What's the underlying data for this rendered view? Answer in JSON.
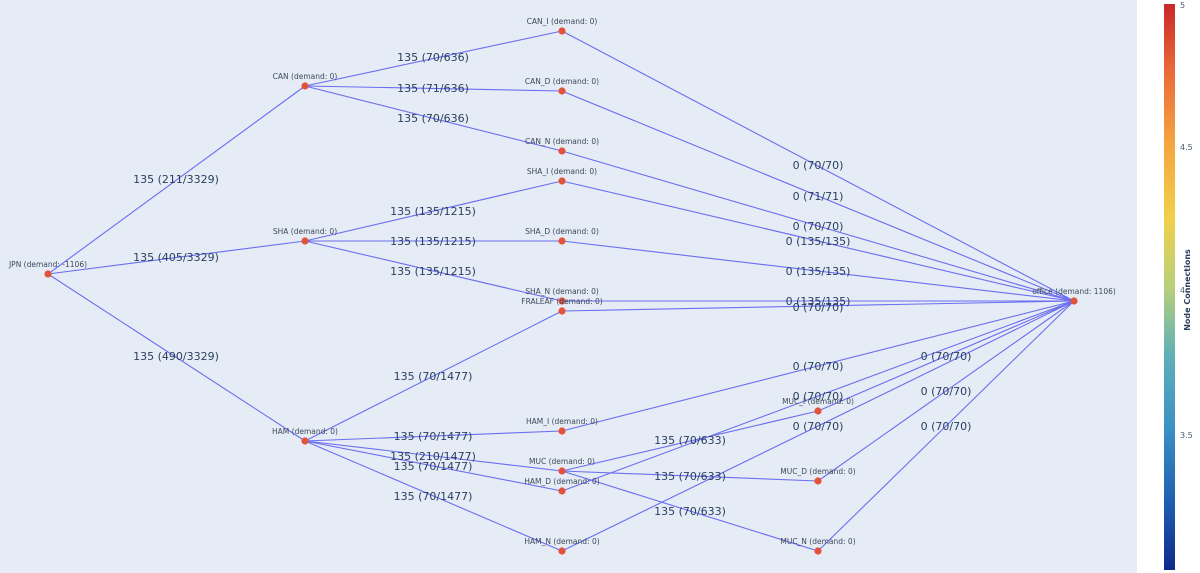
{
  "nodes": [
    {
      "id": "JPN",
      "label": "JPN (demand: -1106)"
    },
    {
      "id": "CAN",
      "label": "CAN (demand: 0)"
    },
    {
      "id": "SHA",
      "label": "SHA (demand: 0)"
    },
    {
      "id": "HAM",
      "label": "HAM (demand: 0)"
    },
    {
      "id": "CAN_I",
      "label": "CAN_I (demand: 0)"
    },
    {
      "id": "CAN_D",
      "label": "CAN_D (demand: 0)"
    },
    {
      "id": "CAN_N",
      "label": "CAN_N (demand: 0)"
    },
    {
      "id": "SHA_I",
      "label": "SHA_I (demand: 0)"
    },
    {
      "id": "SHA_D",
      "label": "SHA_D (demand: 0)"
    },
    {
      "id": "SHA_N",
      "label": "SHA_N (demand: 0)"
    },
    {
      "id": "FRALEAF",
      "label": "FRALEAF (demand: 0)"
    },
    {
      "id": "HAM_I",
      "label": "HAM_I (demand: 0)"
    },
    {
      "id": "MUC",
      "label": "MUC (demand: 0)"
    },
    {
      "id": "HAM_D",
      "label": "HAM_D (demand: 0)"
    },
    {
      "id": "HAM_N",
      "label": "HAM_N (demand: 0)"
    },
    {
      "id": "MUC_I",
      "label": "MUC_I (demand: 0)"
    },
    {
      "id": "MUC_D",
      "label": "MUC_D (demand: 0)"
    },
    {
      "id": "MUC_N",
      "label": "MUC_N (demand: 0)"
    },
    {
      "id": "office",
      "label": "office (demand: 1106)"
    }
  ],
  "edges": [
    {
      "from": "JPN",
      "to": "CAN",
      "label": "135 (211/3329)"
    },
    {
      "from": "JPN",
      "to": "SHA",
      "label": "135 (405/3329)"
    },
    {
      "from": "JPN",
      "to": "HAM",
      "label": "135 (490/3329)"
    },
    {
      "from": "CAN",
      "to": "CAN_I",
      "label": "135 (70/636)"
    },
    {
      "from": "CAN",
      "to": "CAN_D",
      "label": "135 (71/636)"
    },
    {
      "from": "CAN",
      "to": "CAN_N",
      "label": "135 (70/636)"
    },
    {
      "from": "SHA",
      "to": "SHA_I",
      "label": "135 (135/1215)"
    },
    {
      "from": "SHA",
      "to": "SHA_D",
      "label": "135 (135/1215)"
    },
    {
      "from": "SHA",
      "to": "SHA_N",
      "label": "135 (135/1215)"
    },
    {
      "from": "HAM",
      "to": "FRALEAF",
      "label": "135 (70/1477)"
    },
    {
      "from": "HAM",
      "to": "HAM_I",
      "label": "135 (70/1477)"
    },
    {
      "from": "HAM",
      "to": "MUC",
      "label": "135 (210/1477)"
    },
    {
      "from": "HAM",
      "to": "HAM_D",
      "label": "135 (70/1477)"
    },
    {
      "from": "HAM",
      "to": "HAM_N",
      "label": "135 (70/1477)"
    },
    {
      "from": "MUC",
      "to": "MUC_I",
      "label": "135 (70/633)"
    },
    {
      "from": "MUC",
      "to": "MUC_D",
      "label": "135 (70/633)"
    },
    {
      "from": "MUC",
      "to": "MUC_N",
      "label": "135 (70/633)"
    },
    {
      "from": "CAN_I",
      "to": "office",
      "label": "0 (70/70)"
    },
    {
      "from": "CAN_D",
      "to": "office",
      "label": "0 (71/71)"
    },
    {
      "from": "CAN_N",
      "to": "office",
      "label": "0 (70/70)"
    },
    {
      "from": "SHA_I",
      "to": "office",
      "label": "0 (135/135)"
    },
    {
      "from": "SHA_D",
      "to": "office",
      "label": "0 (135/135)"
    },
    {
      "from": "SHA_N",
      "to": "office",
      "label": "0 (135/135)"
    },
    {
      "from": "FRALEAF",
      "to": "office",
      "label": "0 (70/70)"
    },
    {
      "from": "HAM_I",
      "to": "office",
      "label": "0 (70/70)"
    },
    {
      "from": "HAM_D",
      "to": "office",
      "label": "0 (70/70)"
    },
    {
      "from": "HAM_N",
      "to": "office",
      "label": "0 (70/70)"
    },
    {
      "from": "MUC_I",
      "to": "office",
      "label": "0 (70/70)"
    },
    {
      "from": "MUC_D",
      "to": "office",
      "label": "0 (70/70)"
    },
    {
      "from": "MUC_N",
      "to": "office",
      "label": "0 (70/70)"
    }
  ],
  "colorbar": {
    "title": "Node Connections",
    "ticks": [
      "5",
      "4.5",
      "4",
      "3.5"
    ]
  },
  "colors": {
    "background": "#e5ecf6",
    "edge": "#6a6ef0",
    "node": "#e2533c"
  }
}
